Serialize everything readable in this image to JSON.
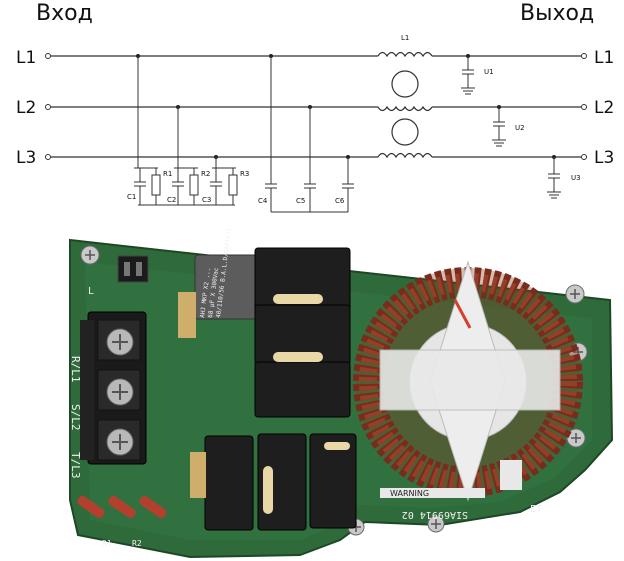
{
  "diagram": {
    "input_heading": "Вход",
    "output_heading": "Выход",
    "input_lines": [
      "L1",
      "L2",
      "L3"
    ],
    "output_lines": [
      "L1",
      "L2",
      "L3"
    ],
    "resistors": [
      "R1",
      "R2",
      "R3"
    ],
    "capacitors_star": [
      "C1",
      "C2",
      "C3"
    ],
    "capacitors_line": [
      "C4",
      "C5",
      "C6"
    ],
    "inductor": "L1",
    "output_caps": [
      "U1",
      "U2",
      "U3"
    ]
  },
  "photo": {
    "terminal_labels": [
      "R/L1",
      "S/L2",
      "T/L3"
    ],
    "capacitor_marking_1": "AHJ MKP X2 ...",
    "capacitor_marking_2": "68 µF X 300Vac",
    "capacitor_marking_3": "40/110/56 B.A.L.D/QA41621",
    "warning_text": "WARNING",
    "board_code": "SIA69914 02",
    "silkscreen_r1": "R1",
    "silkscreen_r2": "R2",
    "silkscreen_et": "ET",
    "silkscreen_l": "L"
  }
}
